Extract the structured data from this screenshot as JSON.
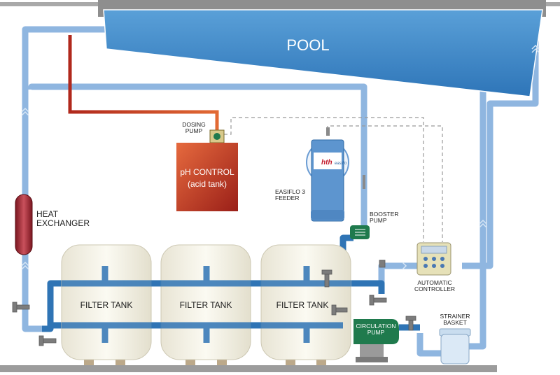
{
  "pool": {
    "label": "POOL"
  },
  "dosing_pump": {
    "label": "DOSING\nPUMP"
  },
  "ph_tank": {
    "line1": "pH CONTROL",
    "line2": "(acid tank)"
  },
  "feeder": {
    "label": "EASIFLO 3\nFEEDER",
    "logo": "hth",
    "logo2": "easiflo"
  },
  "booster_pump": {
    "label": "BOOSTER\nPUMP"
  },
  "heat_exchanger": {
    "label": "HEAT\nEXCHANGER"
  },
  "filter_tanks": [
    {
      "label": "FILTER TANK"
    },
    {
      "label": "FILTER TANK"
    },
    {
      "label": "FILTER TANK"
    }
  ],
  "controller": {
    "label": "AUTOMATIC\nCONTROLLER"
  },
  "circulation_pump": {
    "label": "CIRCULATION\nPUMP"
  },
  "strainer": {
    "label": "STRAINER\nBASKET"
  },
  "colors": {
    "pipe": "#8fb6e0",
    "pipe_dark": "#2f74b5",
    "acid": "#d9542b",
    "pump_green": "#1f7a4d",
    "pool_blue": "#3f86c6"
  }
}
